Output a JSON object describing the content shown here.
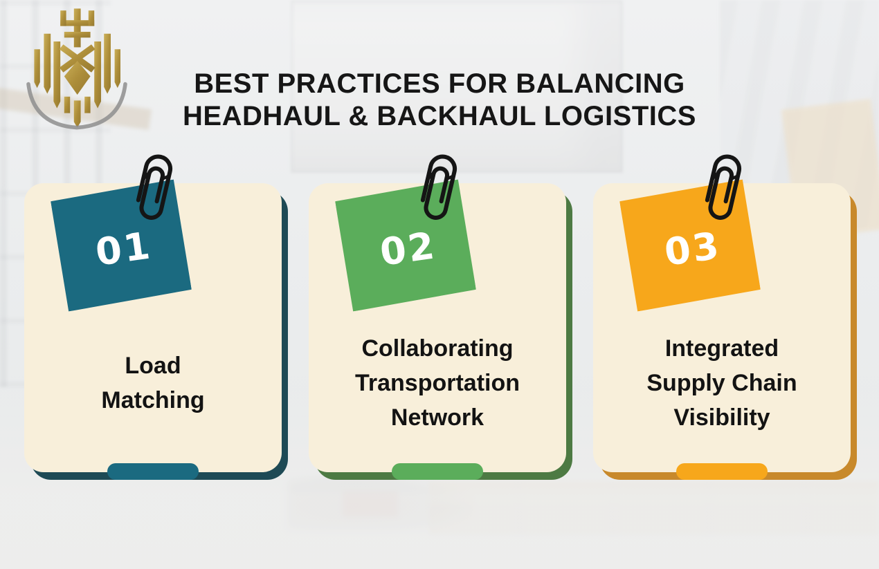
{
  "header": {
    "title_line1": "BEST PRACTICES FOR BALANCING",
    "title_line2": "HEADHAUL & BACKHAUL LOGISTICS"
  },
  "logo": {
    "name": "gold-crest-logo"
  },
  "cards": [
    {
      "number": "01",
      "title": "Load\nMatching"
    },
    {
      "number": "02",
      "title": "Collaborating\nTransportation\nNetwork"
    },
    {
      "number": "03",
      "title": "Integrated\nSupply Chain\nVisibility"
    }
  ],
  "colors": {
    "teal_note": "#1B6A80",
    "teal_dark": "#1E4A55",
    "green_note": "#5BAD5B",
    "green_dark": "#4D7A43",
    "orange_note": "#F7A71B",
    "orange_dark": "#C8892B",
    "card_background": "#F8EFDA",
    "page_background": "#E9EBEC",
    "title_text": "#161616",
    "logo_gold": "#A8862B",
    "paperclip": "#151515"
  }
}
